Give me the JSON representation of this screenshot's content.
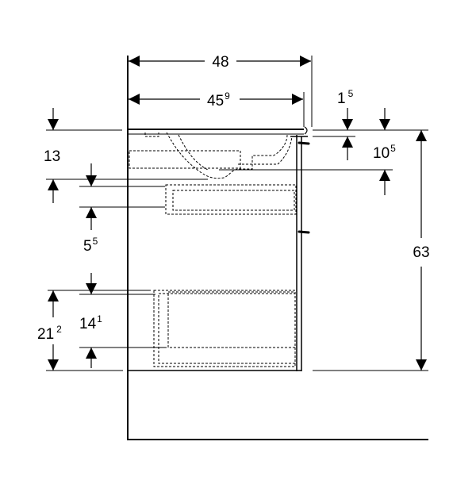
{
  "dimensions": {
    "width_overall": {
      "main": "48",
      "sup": ""
    },
    "width_inner": {
      "main": "45",
      "sup": "9"
    },
    "top_offset": {
      "main": "1",
      "sup": "5"
    },
    "basin_depth": {
      "main": "13",
      "sup": ""
    },
    "top_to_drawer": {
      "main": "10",
      "sup": "5"
    },
    "drawer_gap": {
      "main": "5",
      "sup": "5"
    },
    "total_height": {
      "main": "63",
      "sup": ""
    },
    "bottom_drawer_front": {
      "main": "14",
      "sup": "1"
    },
    "bottom_to_floor": {
      "main": "21",
      "sup": "2"
    }
  },
  "colors": {
    "line": "#000000",
    "background": "#ffffff"
  }
}
